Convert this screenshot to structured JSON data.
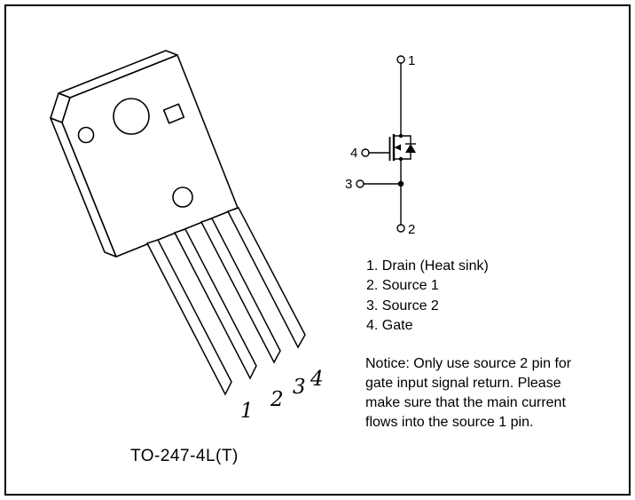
{
  "colors": {
    "ink": "#000000",
    "background": "#ffffff"
  },
  "package": {
    "name": "TO-247-4L(T)",
    "pin_labels": [
      "1",
      "2",
      "3",
      "4"
    ]
  },
  "schematic": {
    "labels": {
      "drain": "1",
      "source1": "2",
      "source2": "3",
      "gate": "4"
    }
  },
  "pin_list": {
    "items": [
      "1. Drain (Heat sink)",
      "2. Source 1",
      "3. Source 2",
      "4. Gate"
    ]
  },
  "notice": {
    "lines": [
      "Notice: Only use source 2 pin for",
      "gate input signal return. Please",
      "make sure that the main current",
      "flows into the source 1 pin."
    ]
  }
}
